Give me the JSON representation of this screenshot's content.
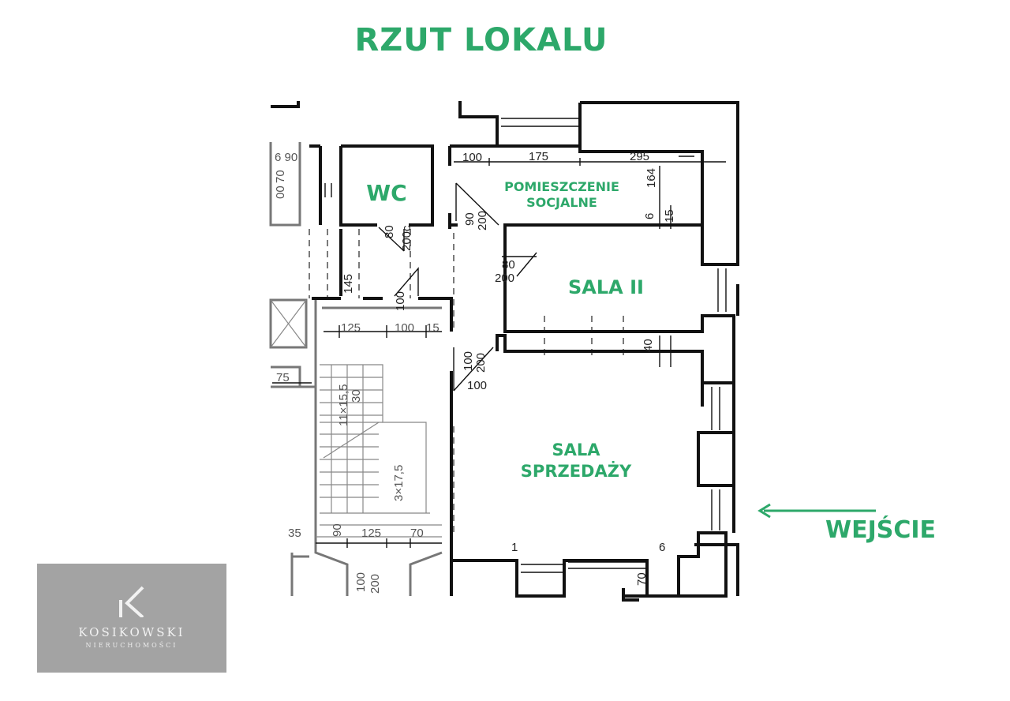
{
  "title": "RZUT LOKALU",
  "rooms": {
    "wc": "WC",
    "social_line1": "POMIESZCZENIE",
    "social_line2": "SOCJALNE",
    "sala2": "SALA II",
    "sales_line1": "SALA",
    "sales_line2": "SPRZEDAŻY"
  },
  "entrance_label": "WEJŚCIE",
  "dimensions": {
    "top_100": "100",
    "top_175": "175",
    "top_295": "295",
    "side_164": "164",
    "s90": "90",
    "s200a": "200",
    "s80a": "80",
    "s200b": "200c",
    "s80b": "80",
    "s200c": "200",
    "s100a": "100",
    "s200d": "200",
    "s100b": "100",
    "s145": "145",
    "s125a": "125",
    "s100c": "100",
    "s15": "15",
    "s75": "75",
    "s30": "30",
    "stair": "11×15,5",
    "stair2": "3×17,5",
    "s125b": "125",
    "s70a": "70",
    "s35": "35",
    "s200e": "200",
    "s100d": "100",
    "s70b": "70",
    "s40": "40",
    "s6a": "6",
    "s15b": "15",
    "s1a": "1",
    "s6b": "6",
    "s690": "6 90",
    "s70c": "70",
    "s00": "00",
    "s90b": "90"
  },
  "logo": {
    "name": "KOSIKOWSKI",
    "subtitle": "NIERUCHOMOŚCI"
  },
  "colors": {
    "accent": "#2da86a",
    "logo_bg": "#a3a3a3"
  }
}
